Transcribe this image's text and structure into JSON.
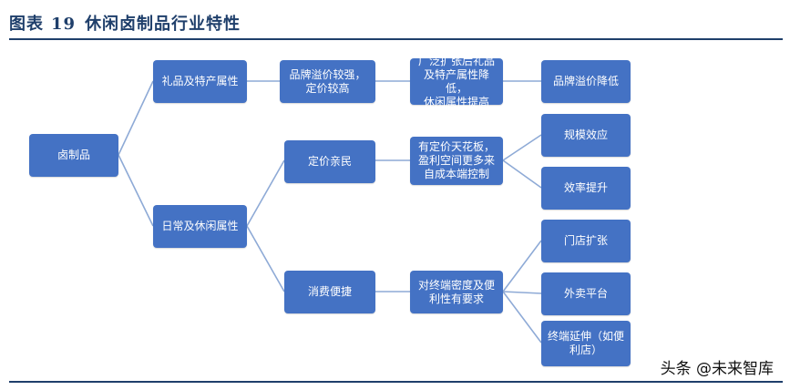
{
  "figure": {
    "label": "图表",
    "number": "19",
    "caption": "休闲卤制品行业特性"
  },
  "nodes": {
    "root": "卤制品",
    "gift": "礼品及特产属性",
    "daily": "日常及休闲属性",
    "premium": "品牌溢价较强，\n定价较高",
    "broaden": "广泛扩张后礼品\n及特产属性降低，\n休闲属性提高",
    "premium_down": "品牌溢价降低",
    "pricing": "定价亲民",
    "ceiling": "有定价天花板，\n盈利空间更多来\n自成本端控制",
    "scale": "规模效应",
    "efficiency": "效率提升",
    "convenient": "消费便捷",
    "density": "对终端密度及便\n利性有要求",
    "stores": "门店扩张",
    "delivery": "外卖平台",
    "extend": "终端延伸（如便\n利店）"
  },
  "watermark": "头条 @未来智库",
  "colors": {
    "node_fill": "#4472c4",
    "connector": "#8eaad6",
    "title": "#1f3f6b"
  }
}
